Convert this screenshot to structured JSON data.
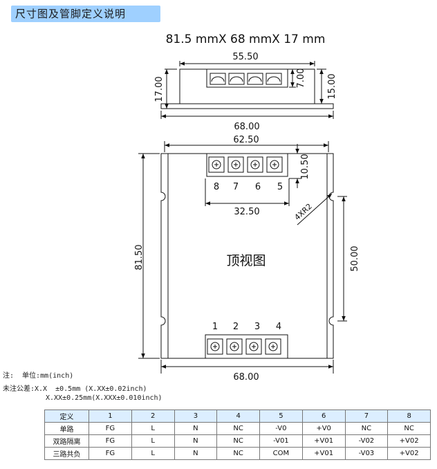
{
  "header": {
    "title": "尺寸图及管脚定义说明",
    "accent_color": "#9fd0ff"
  },
  "drawing": {
    "overall_size": "81.5 mmX 68 mmX 17 mm",
    "side_view": {
      "dim_55_50": "55.50",
      "dim_7_00": "7.00",
      "dim_17_00": "17.00",
      "dim_15_00": "15.00",
      "dim_68_00": "68.00"
    },
    "top_view": {
      "label": "顶视图",
      "dim_62_50": "62.50",
      "dim_10_50": "10.50",
      "dim_32_50": "32.50",
      "dim_81_50": "81.50",
      "dim_50_00": "50.00",
      "dim_68_00": "68.00",
      "corner_radius": "4XR2",
      "top_pins": [
        "8",
        "7",
        "6",
        "5"
      ],
      "bottom_pins": [
        "1",
        "2",
        "3",
        "4"
      ]
    }
  },
  "notes": {
    "unit": "注:  单位:mm(inch)",
    "tolerance_1": "未注公差:X.X  ±0.5mm (X.XX±0.02inch)",
    "tolerance_2": "X.XX±0.25mm(X.XXX±0.010inch)"
  },
  "pin_table": {
    "headers": [
      "定义",
      "1",
      "2",
      "3",
      "4",
      "5",
      "6",
      "7",
      "8"
    ],
    "rows": [
      [
        "单路",
        "FG",
        "L",
        "N",
        "NC",
        "-V0",
        "+V0",
        "NC",
        "NC"
      ],
      [
        "双路隔离",
        "FG",
        "L",
        "N",
        "NC",
        "-V01",
        "+V01",
        "-V02",
        "+V02"
      ],
      [
        "三路共负",
        "FG",
        "L",
        "N",
        "NC",
        "COM",
        "+V01",
        "-V03",
        "+V02"
      ]
    ]
  }
}
